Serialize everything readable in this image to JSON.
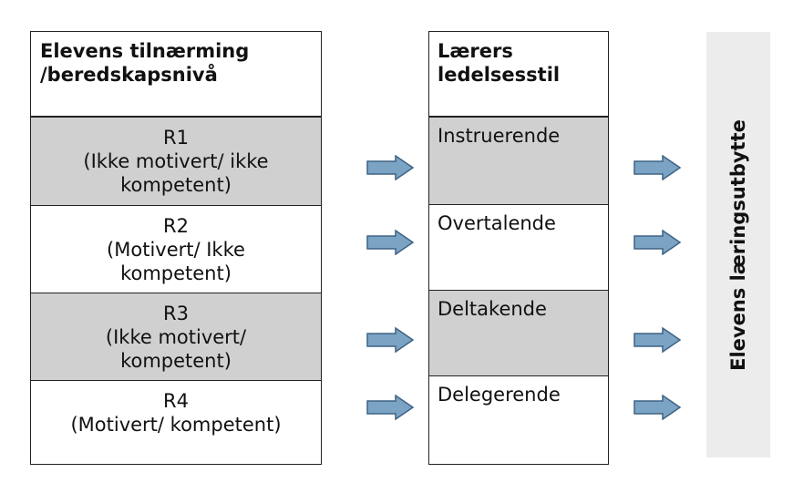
{
  "left_table": {
    "header": [
      "Elevens tilnærming",
      "/beredskapsnivå"
    ],
    "rows": [
      {
        "lines": [
          "R1",
          "(Ikke motivert/ ikke",
          "kompetent)"
        ],
        "shaded": true
      },
      {
        "lines": [
          "R2",
          "(Motivert/ Ikke",
          "kompetent)"
        ],
        "shaded": false
      },
      {
        "lines": [
          "R3",
          "(Ikke motivert/",
          "kompetent)"
        ],
        "shaded": true
      },
      {
        "lines": [
          "R4",
          "(Motivert/ kompetent)"
        ],
        "shaded": false
      }
    ]
  },
  "middle_table": {
    "header": [
      "Lærers",
      "ledelsesstil"
    ],
    "rows": [
      {
        "label": "Instruerende",
        "shaded": true
      },
      {
        "label": "Overtalende",
        "shaded": false
      },
      {
        "label": "Deltakende",
        "shaded": true
      },
      {
        "label": "Delegerende",
        "shaded": false
      }
    ]
  },
  "right_label": "Elevens læringsutbytte",
  "colors": {
    "shade": "#d0d0d0",
    "arrow_fill": "#7ba3c4",
    "arrow_stroke": "#3f6384",
    "right_box": "#ececec"
  }
}
